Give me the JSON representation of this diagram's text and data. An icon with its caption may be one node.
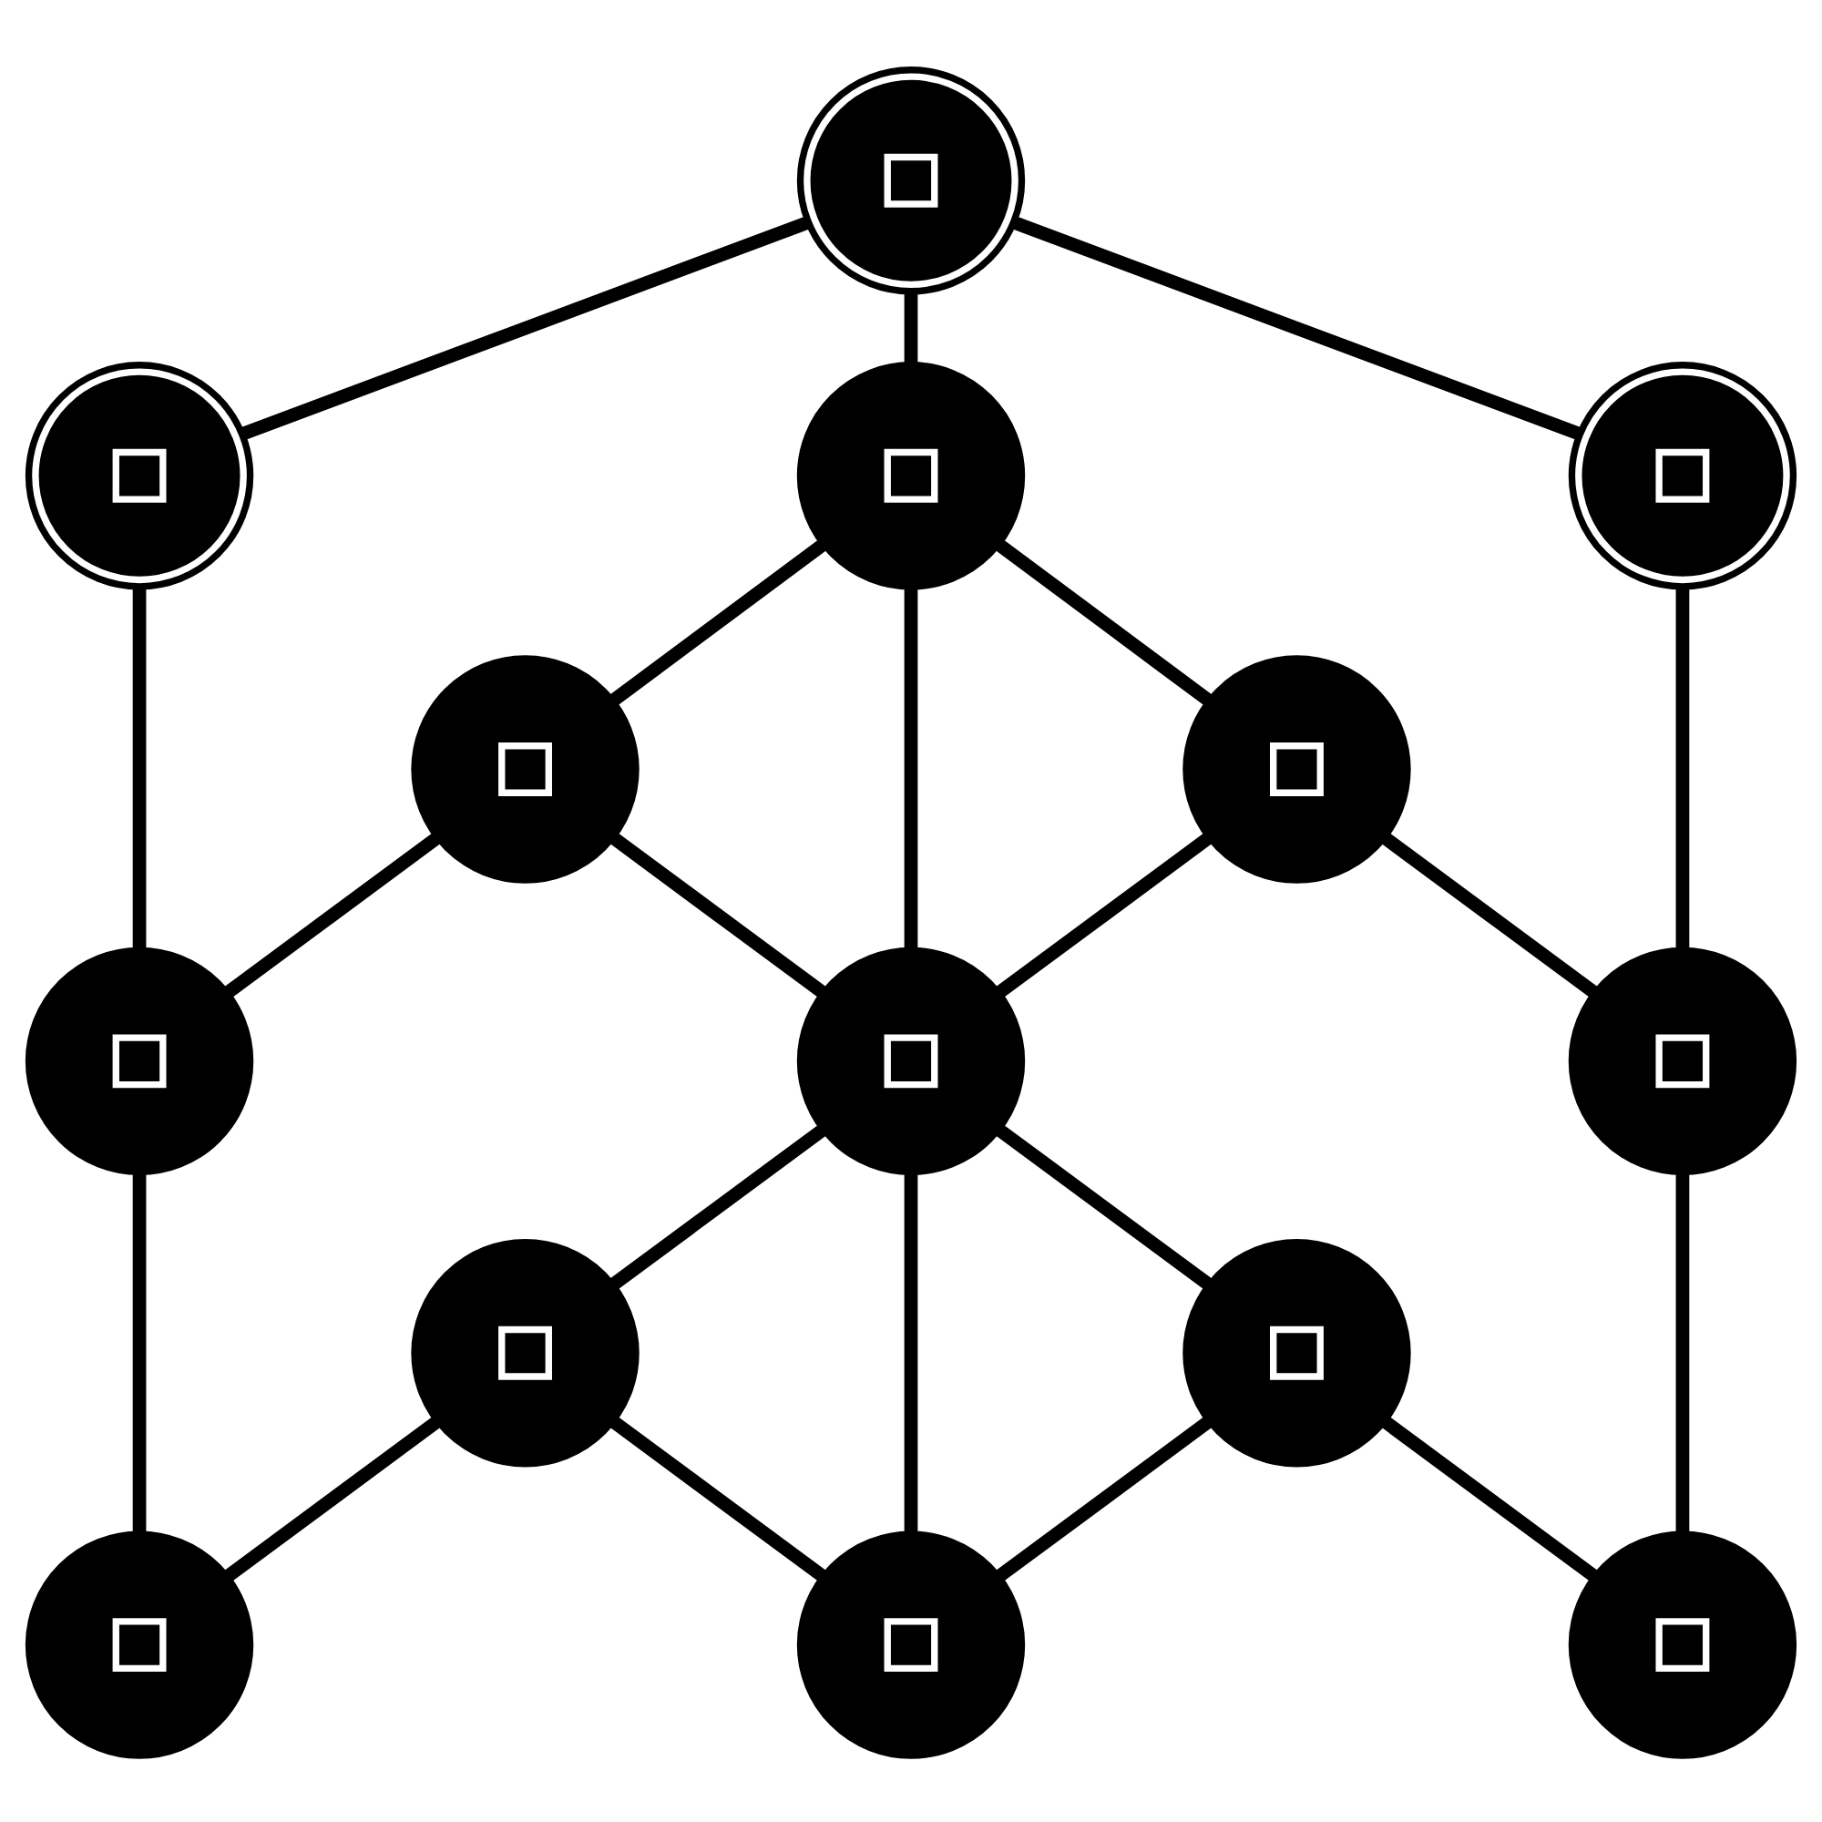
{
  "diagram": {
    "nodes": [
      {
        "text": [],
        "shape": "circle"
      },
      {
        "text": [],
        "shape": "circle"
      },
      {
        "text": [],
        "shape": "circle"
      },
      {
        "text": [],
        "shape": "circle"
      },
      {
        "text": [],
        "shape": "circle"
      },
      {
        "text": [],
        "shape": "circle"
      },
      {
        "text": [],
        "shape": "circle"
      },
      {
        "text": [],
        "shape": "circle"
      },
      {
        "text": [],
        "shape": "circle"
      },
      {
        "text": [],
        "shape": "circle"
      },
      {
        "text": [],
        "shape": "circle"
      },
      {
        "text": [],
        "shape": "circle"
      },
      {
        "text": [],
        "shape": "circle"
      },
      {
        "text": [],
        "shape": "circle"
      }
    ],
    "edges": [
      {
        "from": 0,
        "to": 1,
        "arrow": "none"
      },
      {
        "from": 0,
        "to": 2,
        "arrow": "none"
      },
      {
        "from": 0,
        "to": 3,
        "arrow": "none"
      },
      {
        "from": 1,
        "to": 6,
        "arrow": "none"
      },
      {
        "from": 2,
        "to": 4,
        "arrow": "none"
      },
      {
        "from": 2,
        "to": 7,
        "arrow": "none"
      },
      {
        "from": 2,
        "to": 5,
        "arrow": "none"
      },
      {
        "from": 3,
        "to": 8,
        "arrow": "none"
      },
      {
        "from": 4,
        "to": 6,
        "arrow": "none"
      },
      {
        "from": 4,
        "to": 7,
        "arrow": "none"
      },
      {
        "from": 5,
        "to": 7,
        "arrow": "none"
      },
      {
        "from": 5,
        "to": 8,
        "arrow": "none"
      },
      {
        "from": 6,
        "to": 11,
        "arrow": "none"
      },
      {
        "from": 7,
        "to": 9,
        "arrow": "none"
      },
      {
        "from": 7,
        "to": 12,
        "arrow": "none"
      },
      {
        "from": 7,
        "to": 10,
        "arrow": "none"
      },
      {
        "from": 8,
        "to": 13,
        "arrow": "none"
      },
      {
        "from": 9,
        "to": 11,
        "arrow": "none"
      },
      {
        "from": 9,
        "to": 12,
        "arrow": "none"
      },
      {
        "from": 10,
        "to": 12,
        "arrow": "none"
      },
      {
        "from": 10,
        "to": 13,
        "arrow": "none"
      }
    ]
  }
}
